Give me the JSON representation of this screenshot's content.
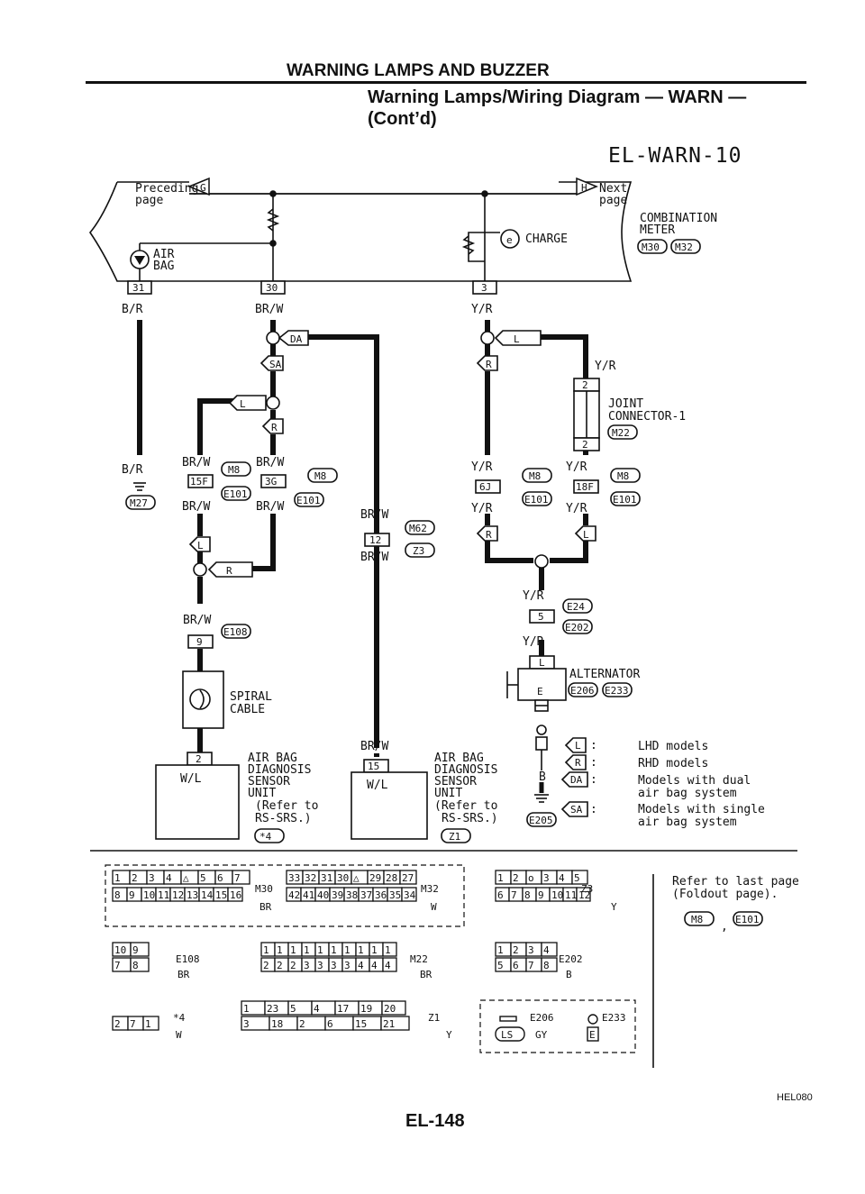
{
  "header": {
    "section": "WARNING LAMPS AND BUZZER",
    "title_line1": "Warning Lamps/Wiring Diagram — WARN —",
    "title_line2": "(Cont’d)",
    "diagram_code": "EL-WARN-10"
  },
  "top": {
    "preceding": "Preceding",
    "page_left": "page",
    "next": "Next",
    "page_right": "page",
    "g": "G",
    "h": "H",
    "air": "AIR",
    "bag": "BAG",
    "charge": "CHARGE",
    "e": "e",
    "comb1": "COMBINATION",
    "comb2": "METER",
    "m30": "M30",
    "m32": "M32"
  },
  "pins": {
    "p31": "31",
    "p30": "30",
    "p3": "3",
    "p2a": "2",
    "p2b": "2",
    "p15f": "15F",
    "p3g": "3G",
    "p12": "12",
    "p6j": "6J",
    "p18f": "18F",
    "p5": "5",
    "pl": "L",
    "p9": "9",
    "p2c": "2",
    "p15": "15"
  },
  "wires": {
    "br": "B/R",
    "brw": "BR/W",
    "yr": "Y/R"
  },
  "markers": {
    "da": "DA",
    "sa": "SA",
    "l": "L",
    "r": "R"
  },
  "components": {
    "joint1": "JOINT",
    "joint2": "CONNECTOR-1",
    "m22": "M22",
    "m8": "M8",
    "e101": "E101",
    "m62": "M62",
    "z3": "Z3",
    "m27": "M27",
    "e24": "E24",
    "e202": "E202",
    "e108": "E108",
    "alt": "ALTERNATOR",
    "e206": "E206",
    "e233": "E233",
    "alt_e": "E",
    "spiral1": "SPIRAL",
    "spiral2": "CABLE",
    "wl": "W/L",
    "sensor1": "AIR BAG",
    "sensor2": "DIAGNOSIS",
    "sensor3": "SENSOR",
    "sensor4": "UNIT",
    "sensor5": "(Refer to",
    "sensor6": "RS-SRS.)",
    "x4": "*4",
    "z1": "Z1",
    "b": "B",
    "e205": "E205"
  },
  "legend": [
    {
      "sym": "L",
      "text": "LHD models"
    },
    {
      "sym": "R",
      "text": "RHD models"
    },
    {
      "sym": "DA",
      "text": "Models with dual"
    },
    {
      "sym": "",
      "text": "air bag system"
    },
    {
      "sym": "SA",
      "text": "Models with single"
    },
    {
      "sym": "",
      "text": "air bag system"
    }
  ],
  "connectors": {
    "refer1": "Refer to last page",
    "refer2": "(Foldout page).",
    "refer_m8": "M8",
    "refer_comma": ",",
    "refer_e101": "E101",
    "m30": "M30",
    "br": "BR",
    "m32": "M32",
    "w": "W",
    "z3": "Z3",
    "y": "Y",
    "e108": "E108",
    "m22": "M22",
    "e202": "E202",
    "b": "B",
    "x4": "*4",
    "z1": "Z1",
    "e206": "E206",
    "e233": "E233",
    "gy": "GY",
    "ls": "LS",
    "e": "E",
    "o": "o",
    "r1_a": [
      "1",
      "2",
      "3",
      "4",
      "△",
      "5",
      "6",
      "7"
    ],
    "r1_b": [
      "8",
      "9",
      "10",
      "11",
      "12",
      "13",
      "14",
      "15",
      "16"
    ],
    "r1_c": [
      "33",
      "32",
      "31",
      "30",
      "△",
      "29",
      "28",
      "27"
    ],
    "r1_d": [
      "42",
      "41",
      "40",
      "39",
      "38",
      "37",
      "36",
      "35",
      "34"
    ],
    "r1_e": [
      "1",
      "2",
      "o",
      "3",
      "4",
      "5"
    ],
    "r1_f": [
      "6",
      "7",
      "8",
      "9",
      "10",
      "11",
      "12"
    ],
    "e108_top": [
      "10",
      "9"
    ],
    "e108_bot": [
      "7",
      "8"
    ],
    "m22_top": [
      "1",
      "1",
      "1",
      "1",
      "1",
      "1",
      "1",
      "1",
      "1",
      "1"
    ],
    "m22_bot": [
      "2",
      "2",
      "2",
      "3",
      "3",
      "3",
      "3",
      "4",
      "4",
      "4"
    ],
    "e202_top": [
      "1",
      "2",
      "3",
      "4"
    ],
    "e202_bot": [
      "5",
      "6",
      "7",
      "8"
    ],
    "x4_bot": [
      "2",
      "7",
      "1"
    ],
    "z1_top": [
      "1",
      "23",
      "5",
      "4",
      "17",
      "19",
      "20"
    ],
    "z1_bot": [
      "3",
      "18",
      "2",
      "6",
      "15",
      "21"
    ]
  },
  "footer": {
    "ref": "HEL080",
    "page": "EL-148"
  }
}
